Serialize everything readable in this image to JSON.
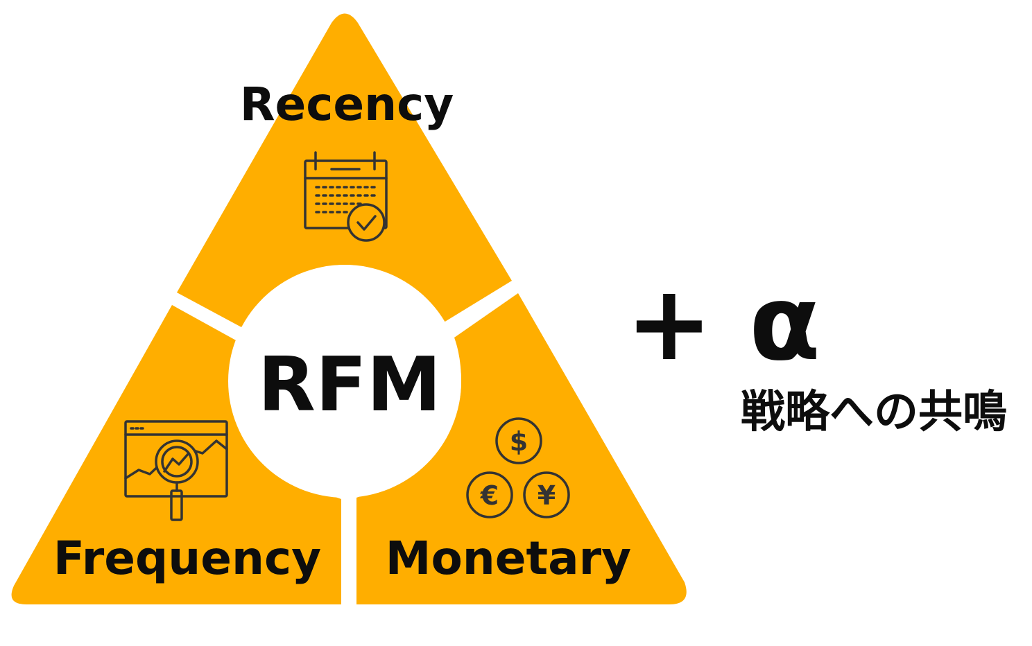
{
  "diagram": {
    "center_label": "RFM",
    "segments": [
      {
        "key": "recency",
        "label": "Recency",
        "icon": "calendar-check-icon"
      },
      {
        "key": "frequency",
        "label": "Frequency",
        "icon": "analytics-magnifier-icon"
      },
      {
        "key": "monetary",
        "label": "Monetary",
        "icon": "currency-coins-icon"
      }
    ],
    "coin_symbols": [
      "$",
      "€",
      "¥"
    ]
  },
  "addon": {
    "plus_alpha": "+ α",
    "subtext": "戦略への共鳴"
  },
  "colors": {
    "fill": "#FFAE00",
    "center": "#ffffff",
    "text": "#0d0d0d",
    "icon": "#333333"
  }
}
